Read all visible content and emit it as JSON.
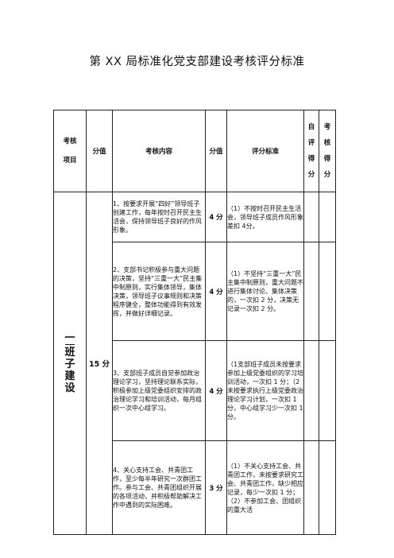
{
  "title": "第 XX 局标准化党支部建设考核评分标准",
  "header": {
    "item": "考核项目",
    "score_total": "分值",
    "content": "考核内容",
    "score": "分值",
    "standard": "评分标准",
    "self_score": "自评得分",
    "check_score": "考核得分"
  },
  "category": {
    "name": "班子建设",
    "prefix": "一",
    "points": "15 分"
  },
  "rows": [
    {
      "content": "1、按要求开展“四好”领导班子创建工作，每年按时召开民主生活会，保持领导班子良好的作风形象。",
      "score": "4 分",
      "standard": "（1）不按时召开民主生活会，领导班子成员作风形象差扣 4分。"
    },
    {
      "content": "2、支部书记积极参与重大问题的决策，坚持“三重一大”民主集中制原则，实行集体领导，集体决策，领导班子议事规则和决策程序健全，整体功能得到有效发挥，并做好详细记录。",
      "score": "4 分",
      "standard": "（1）不坚持“三重一大”民主集中制原则，重大问题不进行集体讨论、集体决策的，一次扣 2 分，决策无记录一次扣 2 分。"
    },
    {
      "content": "3、支部班子成员自觉参加政治理论学习，坚持理论联系实际，积极参加上级党委组织安排的政治理论学习和培训活动，每月组织一次中心组学习。",
      "score": "4 分",
      "standard": "（1支部班子成员未按要求参加上级党委组织的学习培训活动，一次扣 1 分；（2 未按要求执行上级党委政治理论学习计划，一次扣 1 分，中心组学习少一次扣 1 分。"
    },
    {
      "content": "4、关心支持工会、共青团工作，至少每半年研究一次群团工作。参与工会、共青团组织开展的各项活动，并积极帮助解决工作中遇到的实际困难。",
      "score": "3 分",
      "standard": "（1）不关心支持工会、共青团工作，未按要求研究工会、共青团工作，缺少相应记录，每少一次扣 1 分；（2）不参加工会、团组织的重大活"
    }
  ]
}
